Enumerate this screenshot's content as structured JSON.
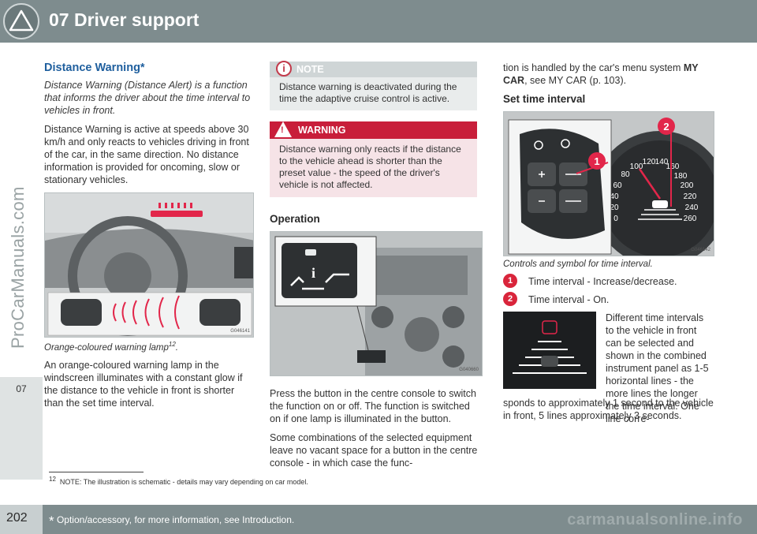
{
  "header": {
    "title": "07 Driver support",
    "icon": "warning-triangle-icon"
  },
  "sidebar": {
    "chapter": "07",
    "url": "ProCarManuals.com"
  },
  "footer": {
    "page_number": "202",
    "star": "*",
    "note": "Option/accessory, for more information, see Introduction.",
    "watermark": "carmanualsonline.info"
  },
  "col1": {
    "heading": "Distance Warning*",
    "lead": "Distance Warning (Distance Alert) is a function that informs the driver about the time interval to vehicles in front.",
    "p1": "Distance Warning is active at speeds above 30 km/h and only reacts to vehicles driving in front of the car, in the same direction. No distance information is provided for oncoming, slow or stationary vehicles.",
    "fig_code": "G046141",
    "caption": "Orange-coloured warning lamp",
    "caption_sup": "12",
    "caption_end": ".",
    "p2": "An orange-coloured warning lamp in the windscreen illuminates with a constant glow if the distance to the vehicle in front is shorter than the set time interval."
  },
  "col2": {
    "note_label": "NOTE",
    "note_text": "Distance warning is deactivated during the time the adaptive cruise control is active.",
    "warning_label": "WARNING",
    "warning_text": "Distance warning only reacts if the distance to the vehicle ahead is shorter than the preset value - the speed of the driver's vehicle is not affected.",
    "heading": "Operation",
    "fig_code": "G040660",
    "p1": "Press the button in the centre console to switch the function on or off. The function is switched on if one lamp is illuminated in the button.",
    "p2": "Some combinations of the selected equipment leave no vacant space for a button in the centre console - in which case the func-"
  },
  "col3": {
    "p0_start": "tion is handled by the car's menu system ",
    "p0_bold": "MY CAR",
    "p0_end": ", see MY CAR (p. 103).",
    "heading": "Set time interval",
    "fig_code": "G046142",
    "callout1": "1",
    "callout2": "2",
    "gauge_ticks": [
      "80",
      "100",
      "120",
      "140",
      "160",
      "180",
      "200",
      "220",
      "240",
      "260",
      "60",
      "40",
      "20",
      "0"
    ],
    "caption": "Controls and symbol for time interval.",
    "items": [
      {
        "num": "1",
        "text": "Time interval - Increase/decrease."
      },
      {
        "num": "2",
        "text": "Time interval - On."
      }
    ],
    "p_side": "Different time intervals to the vehicle in front can be selected and shown in the combined instrument panel as 1-5 horizontal lines - the more lines the longer the time interval. One line corre-",
    "p_after": "sponds to approximately 1 second to the vehicle in front, 5 lines approximately 3 seconds."
  },
  "footnote": {
    "num": "12",
    "text": "NOTE: The illustration is schematic - details may vary depending on car model."
  }
}
